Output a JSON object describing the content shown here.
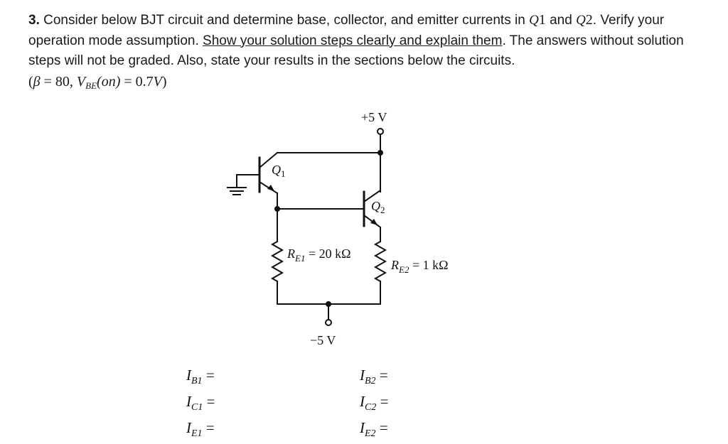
{
  "question": {
    "number": "3.",
    "text_intro": " Consider below BJT circuit and determine base, collector, and emitter currents in ",
    "q1": "Q",
    "q1_num": "1",
    "text_and": " and ",
    "q2": "Q",
    "q2_num": "2",
    "text_verify": ". Verify your operation mode assumption. ",
    "underlined": "Show your solution steps clearly and explain them",
    "text_rest": ". The answers without solution steps will not be graded. Also, state your results in the sections below the circuits.",
    "params_open": "(",
    "beta": "β",
    "beta_eq": " = 80, ",
    "vbe_v": "V",
    "vbe_sub": "BE",
    "vbe_on": "(on)",
    "vbe_eq": " = 0.7",
    "vbe_unit": "V",
    "params_close": ")"
  },
  "circuit": {
    "supply_pos": "+5 V",
    "supply_neg": "−5 V",
    "q1_label": "Q",
    "q1_sub": "1",
    "q2_label": "Q",
    "q2_sub": "2",
    "re1_label": "R",
    "re1_sub": "E1",
    "re1_value": " = 20 kΩ",
    "re2_label": "R",
    "re2_sub": "E2",
    "re2_value": " = 1 kΩ"
  },
  "results": {
    "left": [
      {
        "sym": "I",
        "sub": "B1",
        "eq": " ="
      },
      {
        "sym": "I",
        "sub": "C1",
        "eq": " ="
      },
      {
        "sym": "I",
        "sub": "E1",
        "eq": " ="
      }
    ],
    "right": [
      {
        "sym": "I",
        "sub": "B2",
        "eq": " ="
      },
      {
        "sym": "I",
        "sub": "C2",
        "eq": " ="
      },
      {
        "sym": "I",
        "sub": "E2",
        "eq": " ="
      }
    ]
  }
}
